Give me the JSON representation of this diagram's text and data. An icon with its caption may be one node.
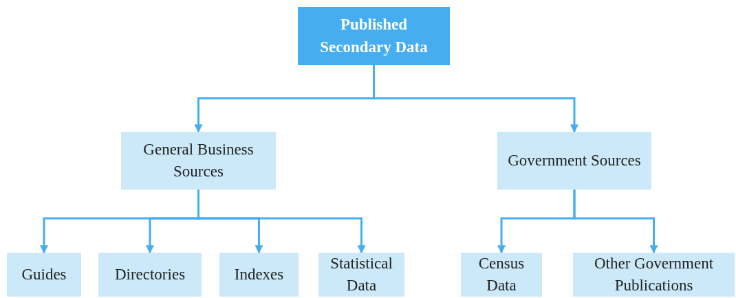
{
  "diagram": {
    "nodes": [
      {
        "text": [
          "Published Secondary Data"
        ]
      },
      {
        "text": [
          "General Business Sources"
        ]
      },
      {
        "text": [
          "Government Sources"
        ]
      },
      {
        "text": [
          "Guides"
        ]
      },
      {
        "text": [
          "Directories"
        ]
      },
      {
        "text": [
          "Indexes"
        ]
      },
      {
        "text": [
          "Statistical Data"
        ]
      },
      {
        "text": [
          "Census Data"
        ]
      },
      {
        "text": [
          "Other Government Publications"
        ]
      }
    ],
    "edges": [
      {
        "from": 0,
        "to": 1,
        "arrow": "to"
      },
      {
        "from": 0,
        "to": 2,
        "arrow": "to"
      },
      {
        "from": 1,
        "to": 3,
        "arrow": "to"
      },
      {
        "from": 1,
        "to": 4,
        "arrow": "to"
      },
      {
        "from": 1,
        "to": 5,
        "arrow": "to"
      },
      {
        "from": 1,
        "to": 6,
        "arrow": "to"
      },
      {
        "from": 2,
        "to": 7,
        "arrow": "to"
      },
      {
        "from": 2,
        "to": 8,
        "arrow": "to"
      }
    ]
  }
}
